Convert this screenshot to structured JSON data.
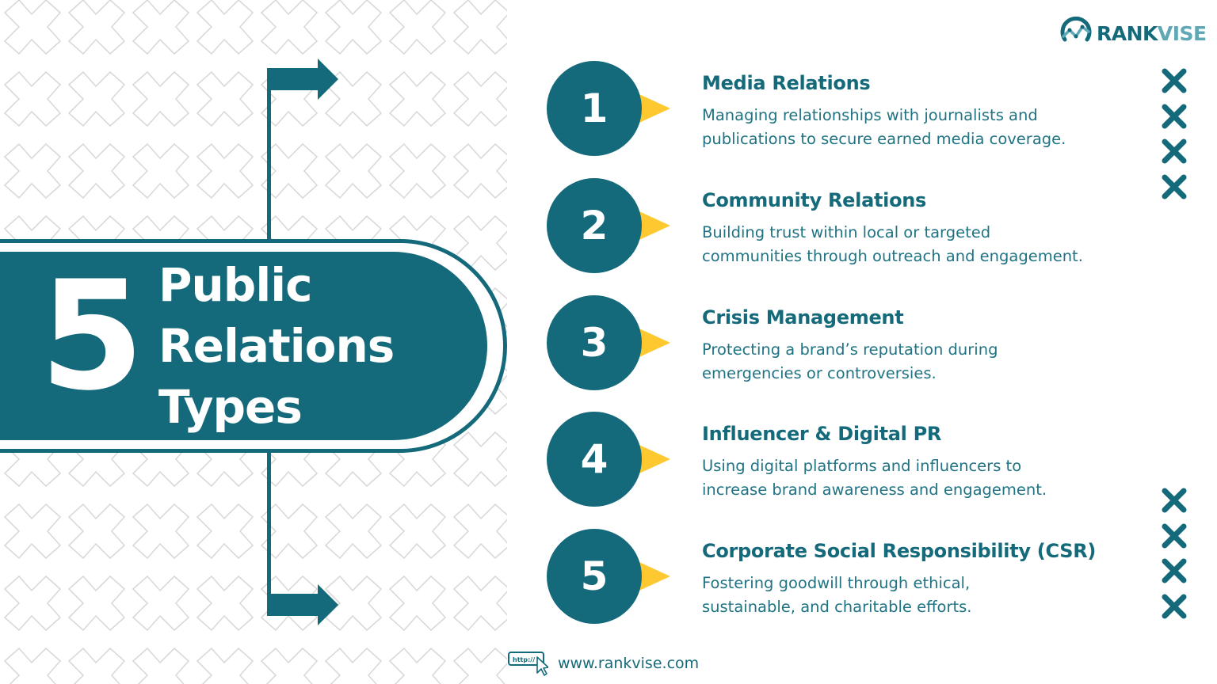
{
  "colors": {
    "teal": "#146a7a",
    "teal_light": "#5fa9b6",
    "yellow": "#fdc830",
    "pattern_stroke": "#d9d9d9",
    "background": "#ffffff"
  },
  "brand": {
    "logo_part1": "RANK",
    "logo_part2": "VISE",
    "icon": "chart-ring-logo-icon"
  },
  "hero": {
    "number": "5",
    "title_lines": [
      "Public",
      "Relations",
      "Types"
    ]
  },
  "items": [
    {
      "number": "1",
      "title": "Media Relations",
      "desc_lines": [
        "Managing relationships with journalists and",
        "publications to secure earned media coverage."
      ]
    },
    {
      "number": "2",
      "title": "Community Relations",
      "desc_lines": [
        "Building trust within local or targeted",
        "communities through outreach and engagement."
      ]
    },
    {
      "number": "3",
      "title": "Crisis Management",
      "desc_lines": [
        "Protecting a brand’s reputation during",
        "emergencies or controversies."
      ]
    },
    {
      "number": "4",
      "title": "Influencer & Digital PR",
      "desc_lines": [
        "Using digital platforms and influencers to",
        "increase brand awareness and engagement."
      ]
    },
    {
      "number": "5",
      "title": "Corporate Social Responsibility (CSR)",
      "desc_lines": [
        "Fostering goodwill through ethical,",
        "sustainable, and charitable efforts."
      ]
    }
  ],
  "footer": {
    "badge_text": "http://",
    "url": "www.rankvise.com",
    "icons": [
      "browser-url-icon",
      "cursor-arrow-icon"
    ]
  }
}
